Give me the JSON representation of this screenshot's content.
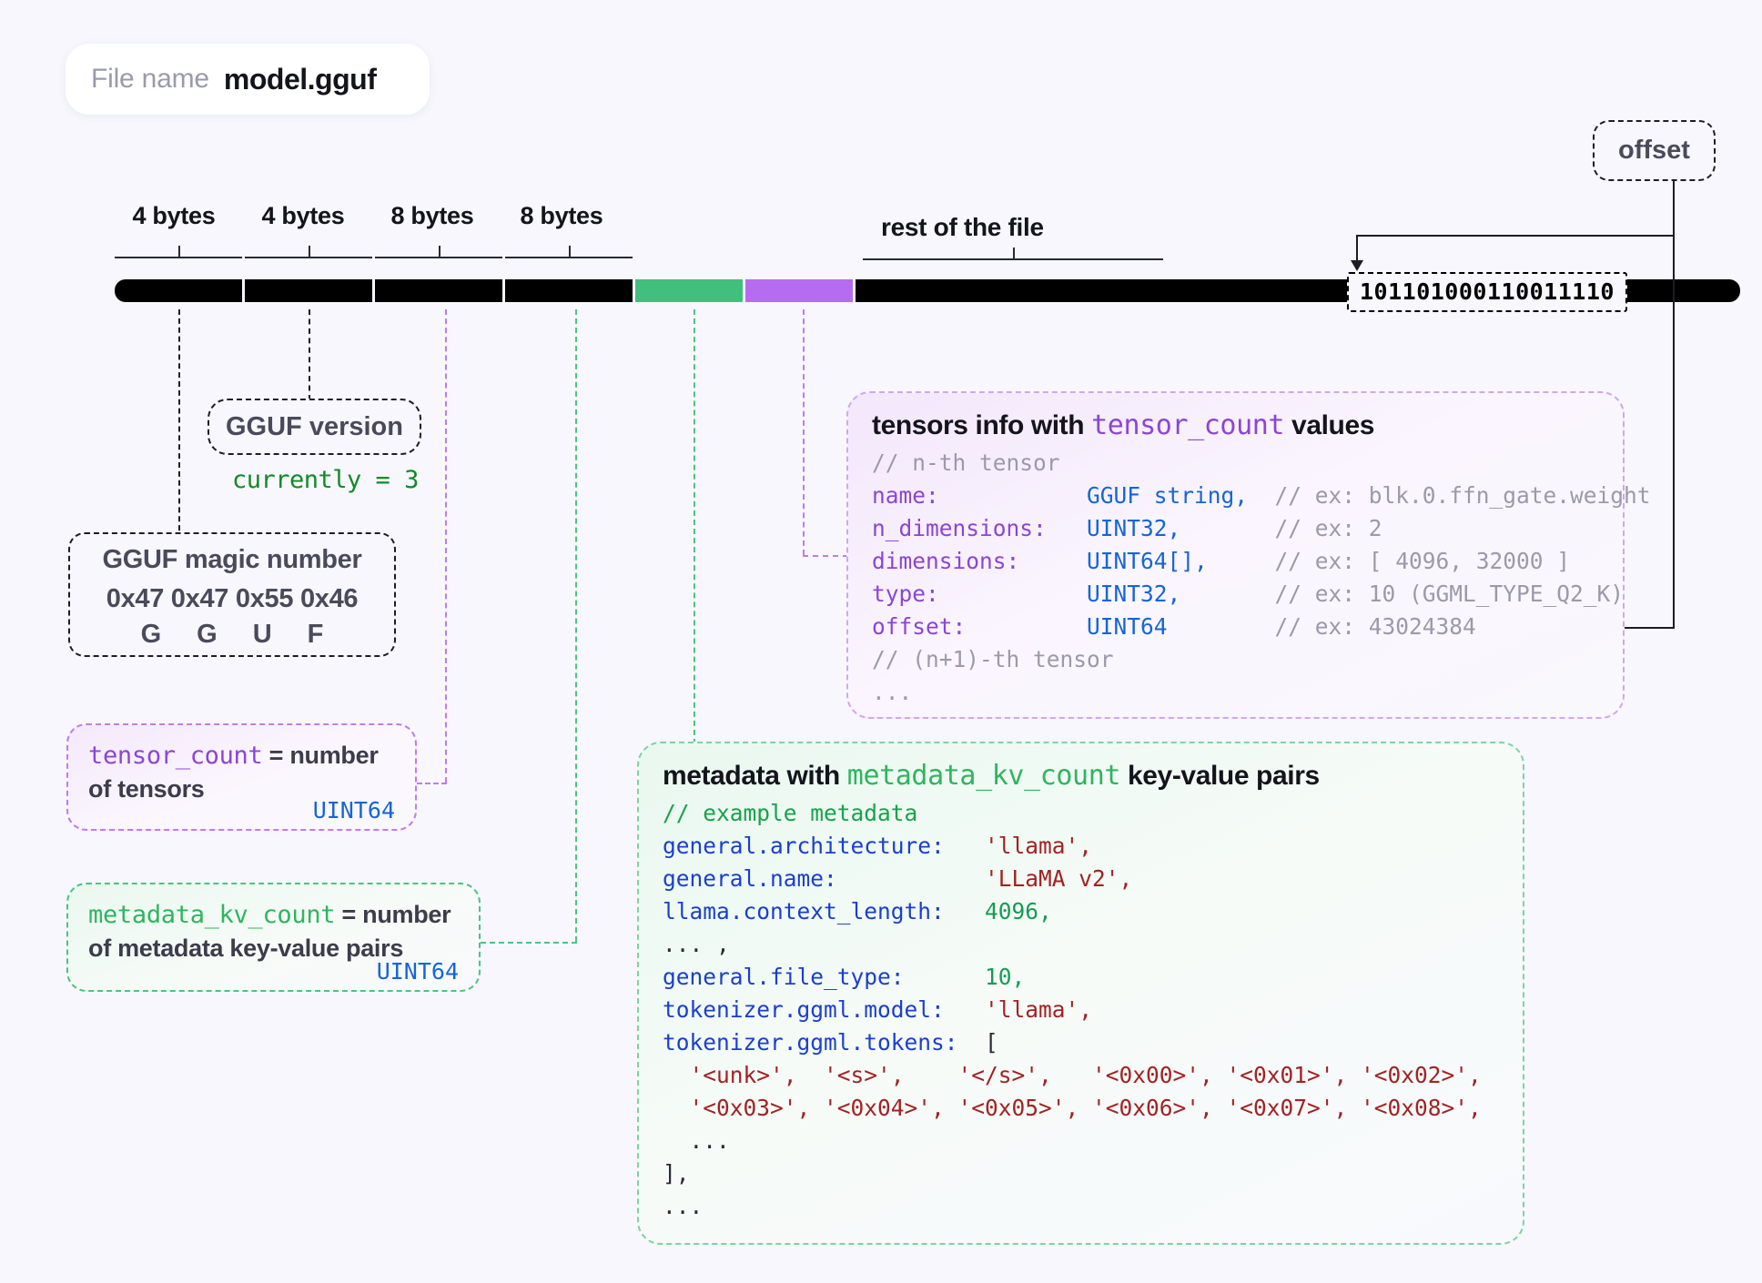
{
  "file_badge": {
    "label": "File name",
    "value": "model.gguf"
  },
  "ruler": {
    "segments": [
      {
        "label": "4 bytes"
      },
      {
        "label": "4 bytes"
      },
      {
        "label": "8 bytes"
      },
      {
        "label": "8 bytes"
      }
    ],
    "rest_label": "rest of the file"
  },
  "bar": {
    "binary_sample": "101101000110011110",
    "colors": {
      "black": "#000000",
      "green": "#41bf7d",
      "purple": "#b56cf0"
    }
  },
  "callouts": {
    "offset": "offset",
    "gguf_version": "GGUF version",
    "gguf_version_note": "currently = 3",
    "magic": {
      "title": "GGUF magic number",
      "hex": "0x47 0x47 0x55 0x46",
      "chars": "GGUF"
    },
    "tensor_count": {
      "name": "tensor_count",
      "desc_head": " = number",
      "desc_tail": "of tensors",
      "type": "UINT64"
    },
    "metadata_kv_count": {
      "name": "metadata_kv_count",
      "desc_head": " = number",
      "desc_tail": "of metadata key-value pairs",
      "type": "UINT64"
    }
  },
  "tensors_panel": {
    "title_pre": "tensors info with ",
    "title_kw": "tensor_count",
    "title_post": " values",
    "lines": [
      {
        "comment": "// n-th tensor"
      },
      {
        "field": "name:",
        "type": "GGUF string,",
        "comment": "// ex: blk.0.ffn_gate.weight"
      },
      {
        "field": "n_dimensions:",
        "type": "UINT32,",
        "comment": "// ex: 2"
      },
      {
        "field": "dimensions:",
        "type": "UINT64[],",
        "comment": "// ex: [ 4096, 32000 ]"
      },
      {
        "field": "type:",
        "type": "UINT32,",
        "comment": "// ex: 10 (GGML_TYPE_Q2_K)"
      },
      {
        "field": "offset:",
        "type": "UINT64",
        "comment": "// ex: 43024384"
      },
      {
        "comment": "// (n+1)-th tensor"
      },
      {
        "comment": "..."
      }
    ]
  },
  "metadata_panel": {
    "title_pre": "metadata with ",
    "title_kw": "metadata_kv_count",
    "title_post": " key-value pairs",
    "lines": [
      {
        "kind": "comment",
        "text": "// example metadata"
      },
      {
        "kind": "kv",
        "key": "general.architecture:",
        "value": "'llama',",
        "value_type": "str"
      },
      {
        "kind": "kv",
        "key": "general.name:",
        "value": "'LLaMA v2',",
        "value_type": "str"
      },
      {
        "kind": "kv",
        "key": "llama.context_length:",
        "value": "4096,",
        "value_type": "num"
      },
      {
        "kind": "plain",
        "text": "... ,"
      },
      {
        "kind": "kv",
        "key": "general.file_type:",
        "value": "10,",
        "value_type": "num"
      },
      {
        "kind": "kv",
        "key": "tokenizer.ggml.model:",
        "value": "'llama',",
        "value_type": "str"
      },
      {
        "kind": "kv",
        "key": "tokenizer.ggml.tokens:",
        "value": "[",
        "value_type": "plain"
      },
      {
        "kind": "tokens",
        "text": "  '<unk>',  '<s>',    '</s>',   '<0x00>', '<0x01>', '<0x02>',"
      },
      {
        "kind": "tokens",
        "text": "  '<0x03>', '<0x04>', '<0x05>', '<0x06>', '<0x07>', '<0x08>',"
      },
      {
        "kind": "plain",
        "text": "  ..."
      },
      {
        "kind": "plain",
        "text": "],"
      },
      {
        "kind": "plain",
        "text": "..."
      }
    ]
  }
}
